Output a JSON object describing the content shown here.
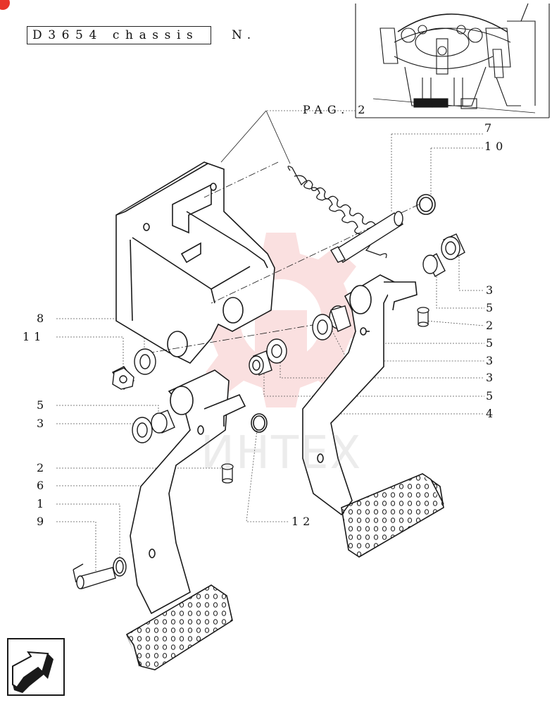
{
  "header": {
    "model_box": "D3654 chassis",
    "suffix": "N."
  },
  "reference": {
    "page_label": "PAG. 2"
  },
  "watermark": {
    "text": "ИНТЕХ"
  },
  "callouts": {
    "c7": "7",
    "c10": "10",
    "c3a": "3",
    "c5a": "5",
    "c2a": "2",
    "c5b": "5",
    "c3b": "3",
    "c3c": "3",
    "c5c": "5",
    "c4": "4",
    "c8": "8",
    "c11": "11",
    "c5d": "5",
    "c3d": "3",
    "c2b": "2",
    "c6": "6",
    "c1": "1",
    "c9": "9",
    "c12": "12"
  },
  "icons": {
    "nav": "page-turn-arrow-icon",
    "corner": "red-dot-icon"
  },
  "colors": {
    "ink": "#1a1a1a",
    "watermark": "#f2a7a7",
    "corner": "#e8352a"
  }
}
